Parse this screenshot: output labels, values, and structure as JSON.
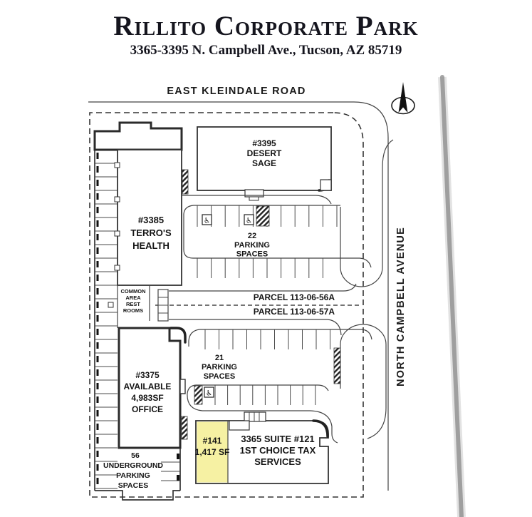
{
  "header": {
    "title": "Rillito Corporate Park",
    "subtitle": "3365-3395 N. Campbell Ave., Tucson, AZ 85719"
  },
  "streets": {
    "top": "EAST KLEINDALE ROAD",
    "right": "NORTH CAMPBELL AVENUE"
  },
  "parcels": {
    "upper": "PARCEL 113-06-56A",
    "lower": "PARCEL 113-06-57A"
  },
  "buildings": {
    "desert_sage": {
      "lines": [
        "#3395",
        "DESERT",
        "SAGE"
      ]
    },
    "terros_health": {
      "lines": [
        "#3385",
        "TERRO'S",
        "HEALTH"
      ]
    },
    "available_office": {
      "lines": [
        "#3375",
        "AVAILABLE",
        "4,983SF",
        "OFFICE"
      ]
    },
    "suite_141": {
      "lines": [
        "#141",
        "1,417 SF"
      ]
    },
    "tax_services": {
      "lines": [
        "3365 SUITE #121",
        "1ST CHOICE TAX",
        "SERVICES"
      ]
    }
  },
  "parking": {
    "lot_22": {
      "lines": [
        "22",
        "PARKING",
        "SPACES"
      ]
    },
    "lot_21": {
      "lines": [
        "21",
        "PARKING",
        "SPACES"
      ]
    },
    "underground": {
      "lines": [
        "56",
        "UNDERGROUND",
        "PARKING",
        "SPACES"
      ]
    },
    "common_area": {
      "lines": [
        "COMMON",
        "AREA",
        "REST",
        "ROOMS"
      ]
    }
  },
  "icons": {
    "handicap": "♿",
    "north_arrow": "compass-north"
  },
  "colors": {
    "highlight_yellow": "#f6f1a3",
    "line_dark": "#2b2b2b",
    "text": "#141414"
  }
}
